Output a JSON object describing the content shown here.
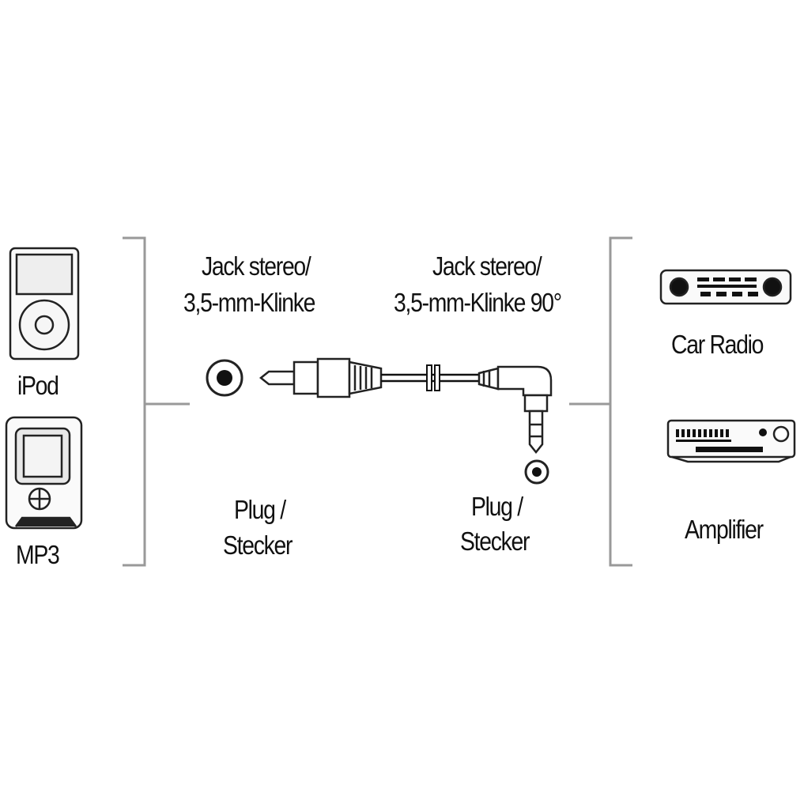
{
  "left_devices": {
    "ipod_label": "iPod",
    "mp3_label": "MP3"
  },
  "connectors": {
    "left": {
      "type_line1": "Jack stereo/",
      "type_line2": "3,5-mm-Klinke",
      "gender_line1": "Plug /",
      "gender_line2": "Stecker"
    },
    "right": {
      "type_line1": "Jack stereo/",
      "type_line2": "3,5-mm-Klinke 90°",
      "gender_line1": "Plug /",
      "gender_line2": "Stecker"
    }
  },
  "right_devices": {
    "car_radio_label": "Car Radio",
    "amplifier_label": "Amplifier"
  }
}
